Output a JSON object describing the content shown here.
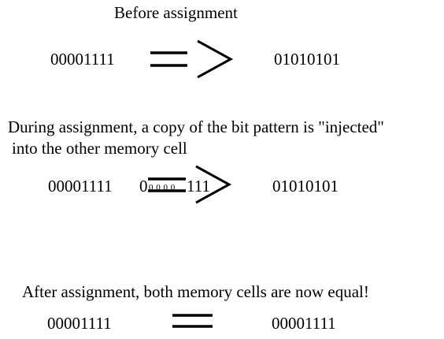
{
  "before": {
    "heading": "Before assignment",
    "source_bits": "00001111",
    "target_bits": "01010101"
  },
  "during": {
    "heading_line1": "During assignment, a copy of the bit pattern is \"injected\"",
    "heading_line2": "into the other memory cell",
    "source_bits": "00001111",
    "injected_start": "0",
    "injected_zeros": "0 0 0 0",
    "injected_end": "111",
    "target_bits": "01010101"
  },
  "after": {
    "heading": "After assignment, both memory cells are now equal!",
    "source_bits": "00001111",
    "target_bits": "00001111"
  }
}
